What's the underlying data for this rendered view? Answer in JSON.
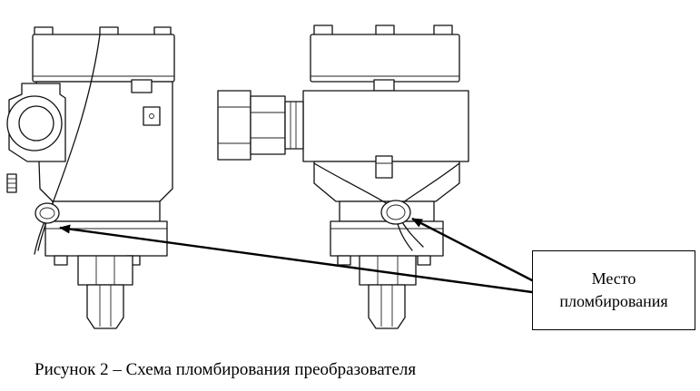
{
  "callout": {
    "line1": "Место",
    "line2": "пломбирования"
  },
  "caption": "Рисунок 2 – Схема пломбирования преобразователя",
  "colors": {
    "ink": "#000000",
    "background": "#ffffff"
  }
}
